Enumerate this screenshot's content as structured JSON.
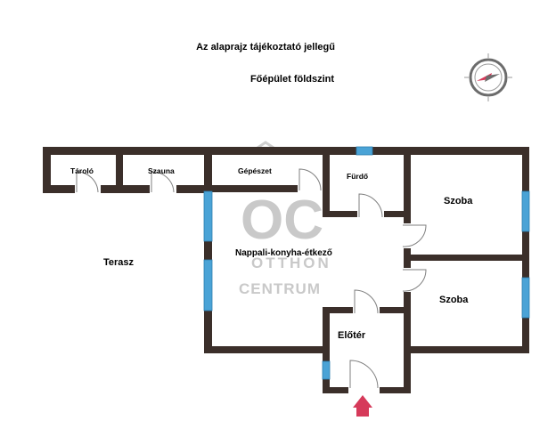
{
  "header": {
    "disclaimer": "Az alaprajz tájékoztató jellegű",
    "floor": "Főépület földszint"
  },
  "rooms": {
    "tarolo": "Tároló",
    "szauna": "Szauna",
    "gepeszet": "Gépészet",
    "furdo": "Fürdő",
    "szoba1": "Szoba",
    "nappali": "Nappali-konyha-étkező",
    "szoba2": "Szoba",
    "terasz": "Terasz",
    "eloter": "Előtér"
  },
  "watermark": {
    "logo": "OC",
    "line1": "OTTHON",
    "line2": "CENTRUM"
  },
  "colors": {
    "wall": "#3b2f2a",
    "window": "#4aa3d6",
    "door": "#7f7f7f",
    "entry_arrow": "#d63a5a",
    "watermark": "#c9c9c9"
  },
  "icons": [
    "compass-icon",
    "entry-arrow-icon"
  ]
}
